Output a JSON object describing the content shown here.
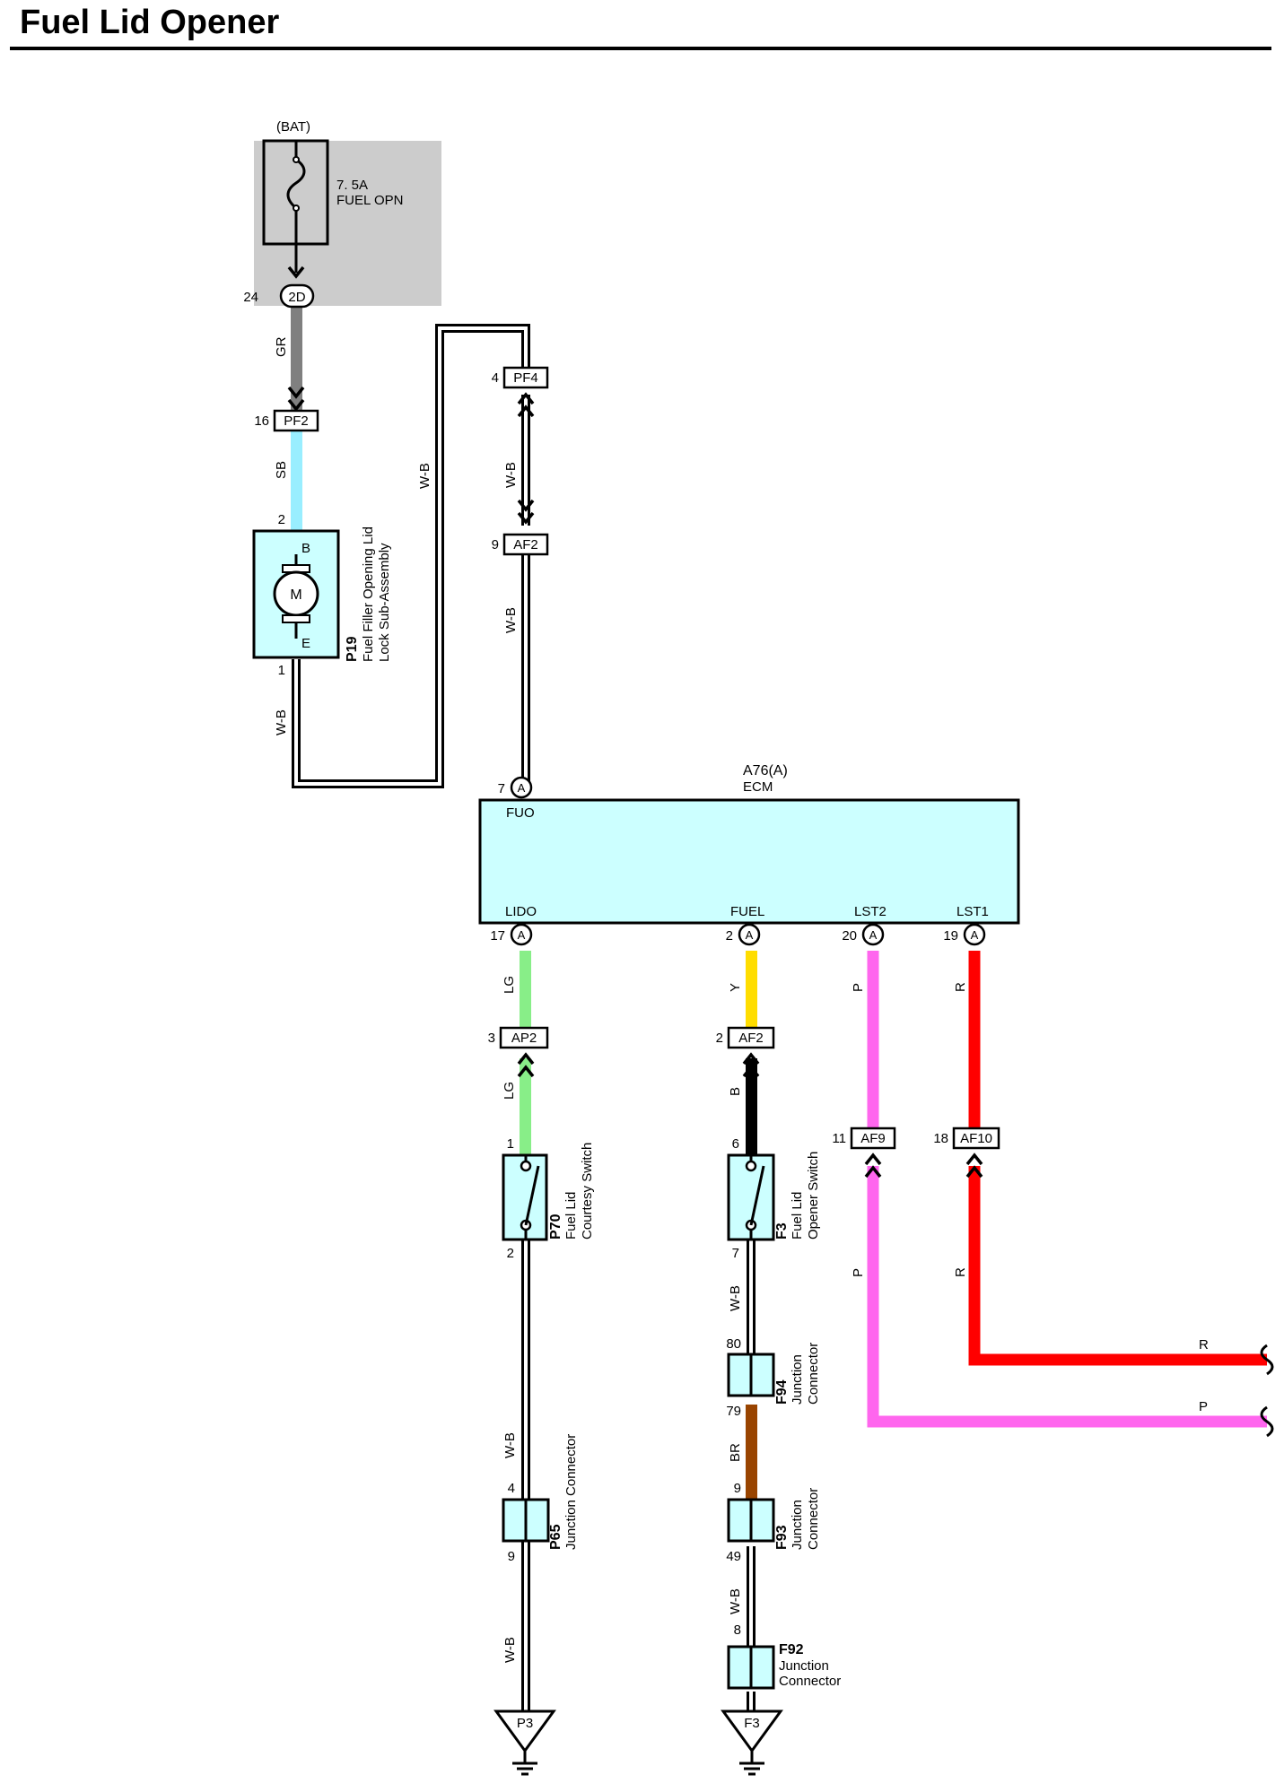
{
  "title": "Fuel Lid Opener",
  "fuse": {
    "source": "(BAT)",
    "rating": "7. 5A",
    "name": "FUEL OPN",
    "pin": "24",
    "connector": "2D"
  },
  "connectors": {
    "pf2": {
      "id": "PF2",
      "pin": "16"
    },
    "pf4": {
      "id": "PF4",
      "pin": "4"
    },
    "af2_top": {
      "id": "AF2",
      "pin": "9"
    },
    "ap2": {
      "id": "AP2",
      "pin": "3"
    },
    "af2_fuel": {
      "id": "AF2",
      "pin": "2"
    },
    "af9": {
      "id": "AF9",
      "pin": "11"
    },
    "af10": {
      "id": "AF10",
      "pin": "18"
    }
  },
  "motor": {
    "code": "P19",
    "name_line1": "Fuel Filler Opening Lid",
    "name_line2": "Lock Sub-Assembly",
    "symbol": "M",
    "term_b": "B",
    "term_e": "E",
    "pin_b": "2",
    "pin_e": "1"
  },
  "ecm": {
    "code": "A76(A)",
    "name": "ECM",
    "badge": "A",
    "pins": {
      "fuo": {
        "label": "FUO",
        "num": "7"
      },
      "lido": {
        "label": "LIDO",
        "num": "17"
      },
      "fuel": {
        "label": "FUEL",
        "num": "2"
      },
      "lst2": {
        "label": "LST2",
        "num": "20"
      },
      "lst1": {
        "label": "LST1",
        "num": "19"
      }
    }
  },
  "switches": {
    "p70": {
      "code": "P70",
      "line1": "Fuel Lid",
      "line2": "Courtesy Switch",
      "pin_top": "1",
      "pin_bottom": "2"
    },
    "f3": {
      "code": "F3",
      "line1": "Fuel Lid",
      "line2": "Opener Switch",
      "pin_top": "6",
      "pin_bottom": "7"
    }
  },
  "junctions": {
    "f94": {
      "code": "F94",
      "line1": "Junction",
      "line2": "Connector",
      "pin_top": "80",
      "pin_bottom": "79"
    },
    "f93": {
      "code": "F93",
      "line1": "Junction",
      "line2": "Connector",
      "pin_top": "9",
      "pin_bottom": "49"
    },
    "p65": {
      "code": "P65",
      "line1": "Junction Connector",
      "pin_top": "4",
      "pin_bottom": "9"
    },
    "f92": {
      "code": "F92",
      "line1": "Junction",
      "line2": "Connector",
      "pin_top": "8"
    }
  },
  "grounds": {
    "p3": "P3",
    "f3": "F3"
  },
  "wire_labels": {
    "gr": "GR",
    "sb": "SB",
    "wb": "W-B",
    "lg": "LG",
    "y": "Y",
    "b": "B",
    "p": "P",
    "r": "R",
    "br": "BR"
  },
  "wire_colors": {
    "GR": "#808080",
    "SB": "#99eeff",
    "W-B": "#ffffff",
    "LG": "#88ee88",
    "Y": "#ffdd00",
    "B": "#000000",
    "P": "#ff66ee",
    "R": "#ff0000",
    "BR": "#994400"
  },
  "box_fill": "#ccffff",
  "fuse_box_fill": "#cccccc"
}
